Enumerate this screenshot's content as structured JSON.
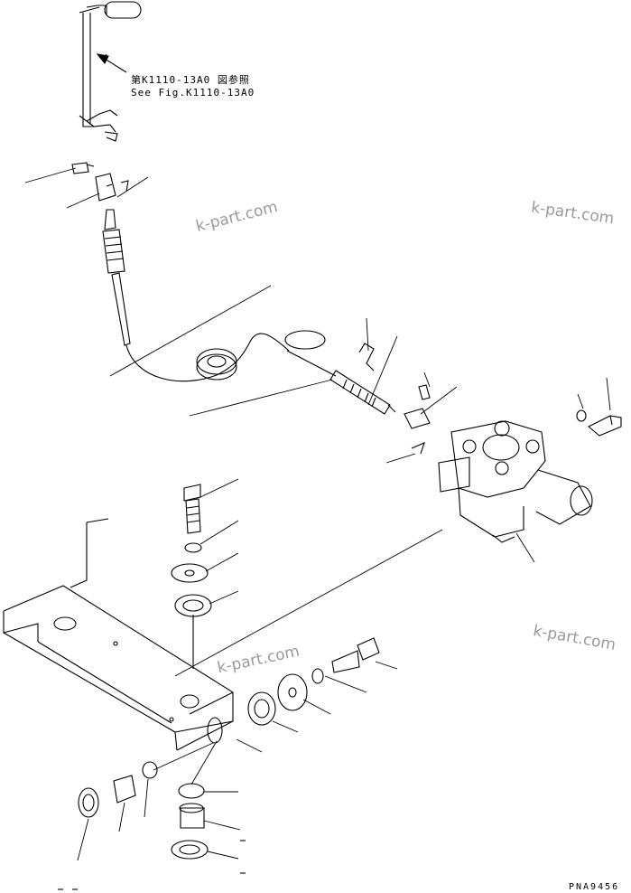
{
  "reference": {
    "line_jp": "第K1110-13A0 図参照",
    "line_en": "See Fig.K1110-13A0"
  },
  "watermarks": [
    "k-part.com",
    "k-part.com",
    "k-part.com",
    "k-part.com"
  ],
  "drawing_code": "PNA9456"
}
